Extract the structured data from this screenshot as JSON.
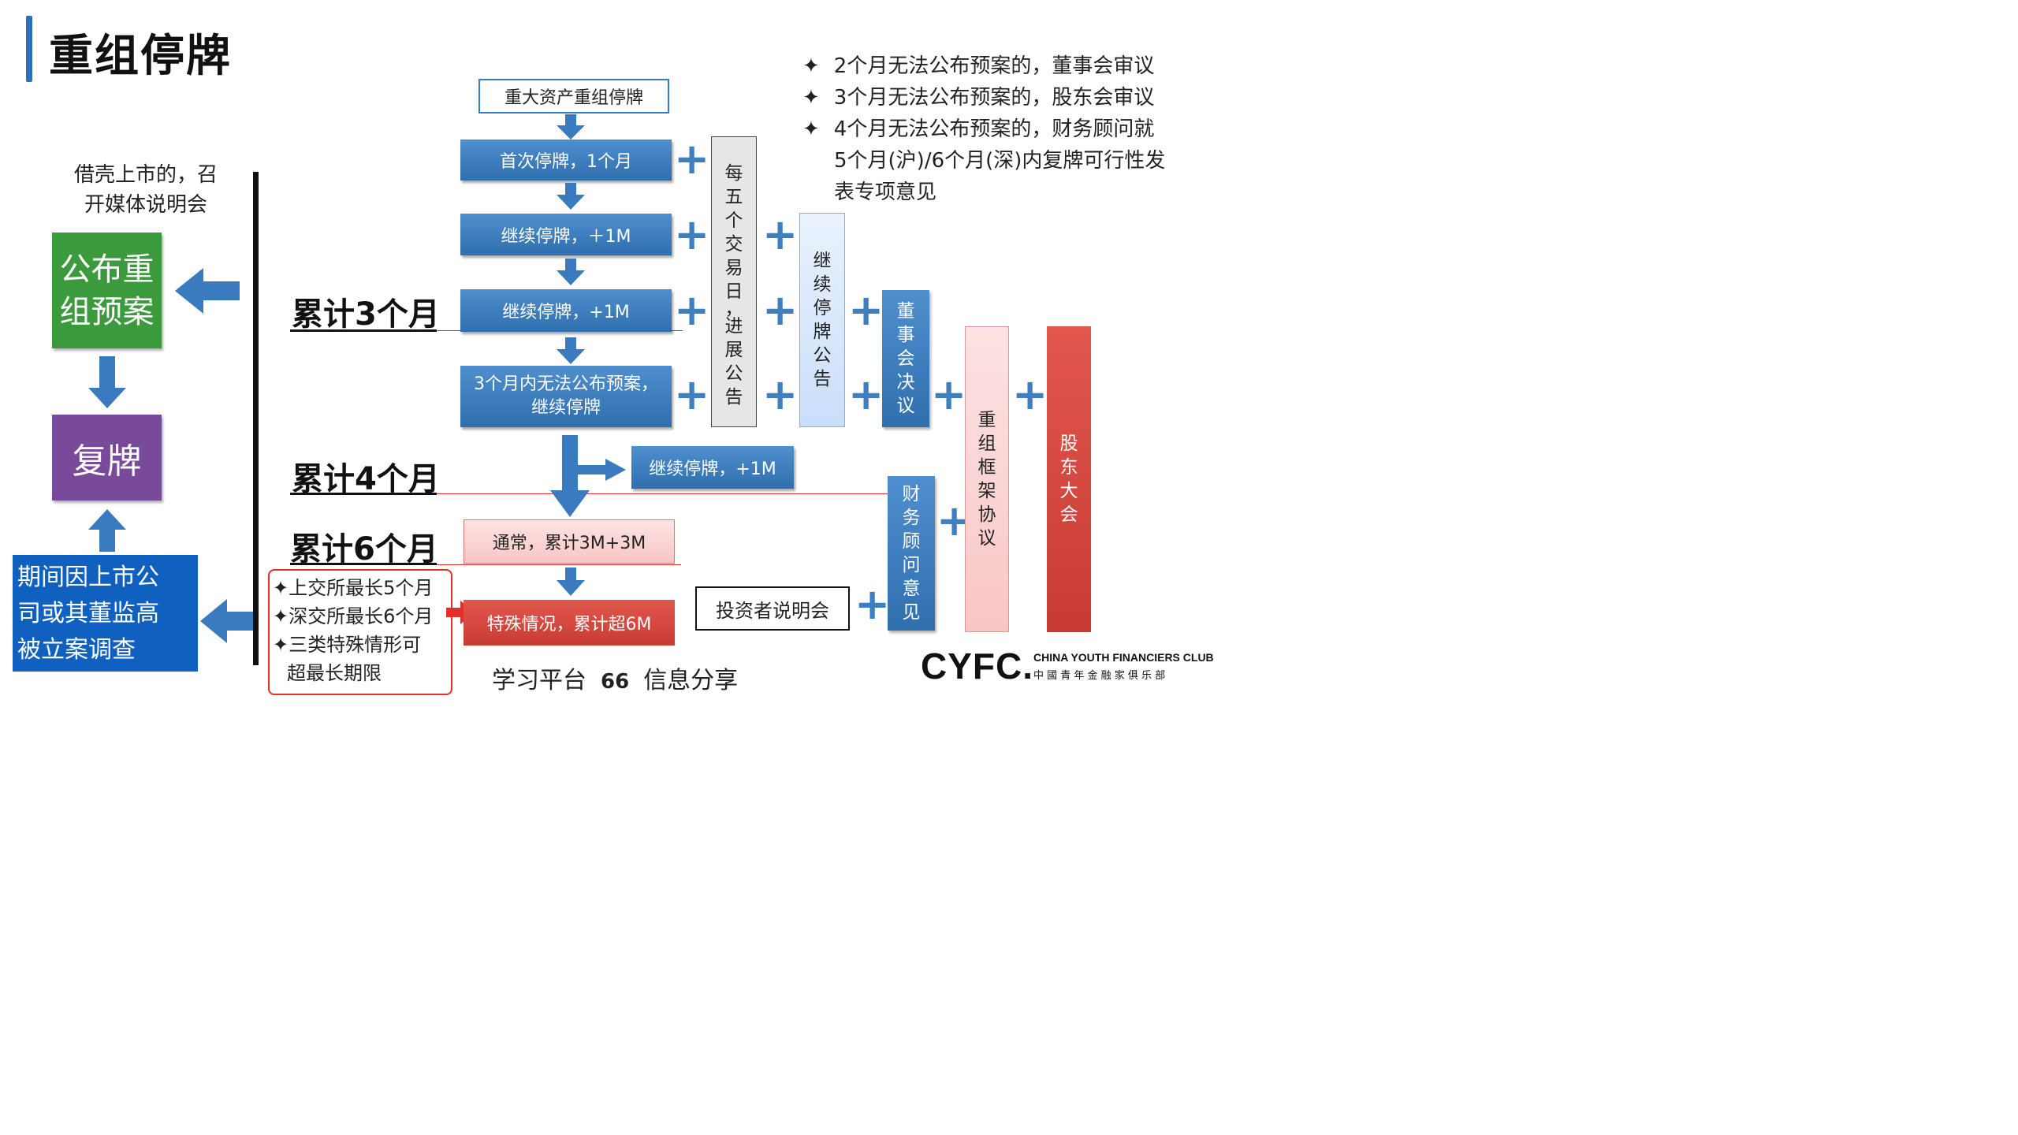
{
  "page": {
    "title": "重组停牌"
  },
  "notes": [
    "2个月无法公布预案的，董事会审议",
    "3个月无法公布预案的，股东会审议",
    "4个月无法公布预案的，财务顾问就",
    "5个月(沪)/6个月(深)内复牌可行性发",
    "表专项意见"
  ],
  "note_bullet": "✦",
  "left": {
    "backdoor_note": [
      "借壳上市的，召",
      "开媒体说明会"
    ],
    "publish_box": [
      "公布重",
      "组预案"
    ],
    "resume_box": "复牌",
    "investigation_box": [
      "期间因上市公",
      "司或其董监高",
      "被立案调查"
    ]
  },
  "flow": {
    "start": "重大资产重组停牌",
    "step1": "首次停牌，1个月",
    "step2": "继续停牌，＋1M",
    "step3": "继续停牌，+1M",
    "step4": [
      "3个月内无法公布预案，",
      "继续停牌"
    ],
    "branch": "继续停牌，+1M",
    "normal": "通常，累计3M+3M",
    "special": "特殊情况，累计超6M"
  },
  "milestones": {
    "m3": "累计3个月",
    "m4": "累计4个月",
    "m6": "累计6个月"
  },
  "special_notes": [
    "✦上交所最长5个月",
    "✦深交所最长6个月",
    "✦三类特殊情形可",
    "超最长期限"
  ],
  "columns": {
    "progress": [
      "每",
      "五",
      "个",
      "交",
      "易",
      "日",
      "，",
      "进",
      "展",
      "公",
      "告"
    ],
    "continue_notice": [
      "继",
      "续",
      "停",
      "牌",
      "公",
      "告"
    ],
    "board": [
      "董",
      "事",
      "会",
      "决",
      "议"
    ],
    "advisor": [
      "财",
      "务",
      "顾",
      "问",
      "意",
      "见"
    ],
    "framework": [
      "重",
      "组",
      "框",
      "架",
      "协",
      "议"
    ],
    "shareholders": [
      "股",
      "东",
      "大",
      "会"
    ]
  },
  "investor_meeting": "投资者说明会",
  "footer": {
    "left": "学习平台",
    "page_no": "66",
    "right": "信息分享"
  },
  "logo": {
    "mark": "CYFC.",
    "en": "CHINA YOUTH FINANCIERS CLUB",
    "cn": "中 國 青 年 金 融 家 俱 乐 部"
  },
  "colors": {
    "blue": "#2f6fae",
    "green": "#3a9a3c",
    "purple": "#7a4a9a",
    "dark_blue": "#1060c0",
    "red": "#d94a40",
    "pink": "#f8cccc",
    "light_blue": "#d6e6fa",
    "gray": "#e6e6e6",
    "accent_red": "#e2302a"
  }
}
